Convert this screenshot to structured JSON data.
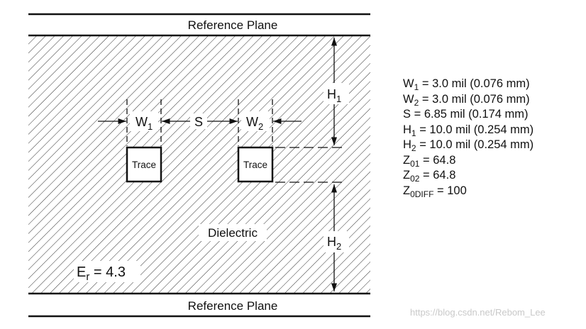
{
  "diagram": {
    "top_plane_label": "Reference Plane",
    "bottom_plane_label": "Reference Plane",
    "dielectric_label": "Dielectric",
    "trace1_label": "Trace",
    "trace2_label": "Trace",
    "w1": {
      "base": "W",
      "sub": "1"
    },
    "w2": {
      "base": "W",
      "sub": "2"
    },
    "s_label": "S",
    "h1": {
      "base": "H",
      "sub": "1"
    },
    "h2": {
      "base": "H",
      "sub": "2"
    },
    "er": {
      "base": "E",
      "sub": "r",
      "value": " = 4.3"
    }
  },
  "parameters": [
    {
      "base": "W",
      "sub": "1",
      "text": " = 3.0 mil (0.076 mm)"
    },
    {
      "base": "W",
      "sub": "2",
      "text": " = 3.0 mil (0.076 mm)"
    },
    {
      "base": "S",
      "sub": "",
      "text": " = 6.85 mil (0.174 mm)"
    },
    {
      "base": "H",
      "sub": "1",
      "text": " = 10.0 mil (0.254 mm)"
    },
    {
      "base": "H",
      "sub": "2",
      "text": " = 10.0 mil (0.254 mm)"
    },
    {
      "base": "Z",
      "sub": "01",
      "text": " = 64.8"
    },
    {
      "base": "Z",
      "sub": "02",
      "text": " = 64.8"
    },
    {
      "base": "Z",
      "sub": "0DIFF",
      "text": " = 100"
    }
  ],
  "watermark": "https://blog.csdn.net/Rebom_Lee"
}
